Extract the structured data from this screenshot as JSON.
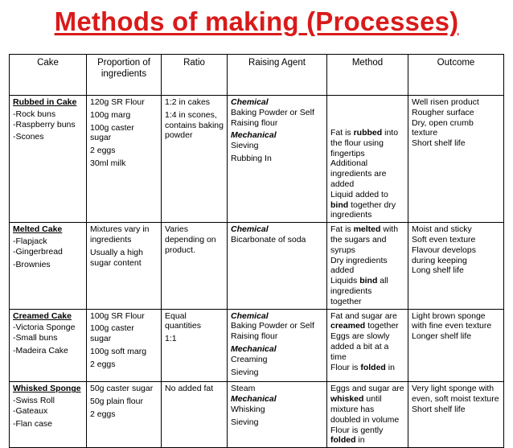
{
  "title": "Methods of making (Processes)",
  "headers": {
    "cake": "Cake",
    "proportion": "Proportion of ingredients",
    "ratio": "Ratio",
    "raising": "Raising Agent",
    "method": "Method",
    "outcome": "Outcome"
  },
  "rubbed": {
    "name": "Rubbed in Cake",
    "examples": [
      "-Rock buns",
      "-Raspberry buns",
      "-Scones"
    ],
    "proportion": [
      "120g SR Flour",
      "100g marg",
      "100g caster sugar",
      "2 eggs",
      "30ml milk"
    ],
    "ratio": [
      "1:2 in cakes",
      "1:4 in scones, contains baking powder"
    ],
    "raising": {
      "chemical": "Chemical",
      "chemical_text": "Baking Powder or Self Raising flour",
      "mechanical": "Mechanical",
      "mech_items": [
        "Sieving",
        "Rubbing In"
      ]
    },
    "method": {
      "l1a": "Fat is ",
      "l1b": "rubbed",
      "l1c": " into the flour using fingertips",
      "l2": "Additional ingredients are added",
      "l3a": "Liquid added to ",
      "l3b": "bind",
      "l3c": " together dry ingredients"
    },
    "outcome": [
      "Well risen product",
      "Rougher surface",
      "Dry, open crumb texture",
      "Short shelf life"
    ]
  },
  "melted": {
    "name": "Melted Cake",
    "examples": [
      "-Flapjack",
      "-Gingerbread",
      "-Brownies"
    ],
    "proportion": [
      "Mixtures vary in ingredients",
      "Usually a high sugar content"
    ],
    "ratio": [
      "Varies depending on product."
    ],
    "raising": {
      "chemical": "Chemical",
      "chemical_text": "Bicarbonate of soda"
    },
    "method": {
      "l1a": "Fat is ",
      "l1b": "melted",
      "l1c": " with the sugars and syrups",
      "l2": "Dry ingredients added",
      "l3a": "Liquids ",
      "l3b": "bind",
      "l3c": " all ingredients together"
    },
    "outcome": [
      "Moist and sticky",
      "Soft even texture",
      "Flavour develops during keeping",
      "Long shelf life"
    ]
  },
  "creamed": {
    "name": "Creamed Cake",
    "examples": [
      "-Victoria Sponge",
      "-Small buns",
      "-Madeira Cake"
    ],
    "proportion": [
      "100g SR Flour",
      "100g caster sugar",
      "100g soft marg",
      "2 eggs"
    ],
    "ratio": [
      "Equal quantities",
      "1:1"
    ],
    "raising": {
      "chemical": "Chemical",
      "chemical_text": "Baking Powder or Self Raising flour",
      "mechanical": "Mechanical",
      "mech_items": [
        "Creaming",
        "Sieving"
      ]
    },
    "method": {
      "l1a": "Fat and sugar are ",
      "l1b": "creamed",
      "l1c": " together",
      "l2": "Eggs are slowly added a bit at a time",
      "l3a": "Flour is ",
      "l3b": "folded",
      "l3c": " in"
    },
    "outcome": [
      "Light brown sponge with fine even texture",
      "Longer shelf life"
    ]
  },
  "whisked": {
    "name": "Whisked Sponge",
    "examples": [
      "-Swiss Roll",
      "-Gateaux",
      "-Flan case"
    ],
    "proportion": [
      "50g caster sugar",
      "50g plain flour",
      "2 eggs"
    ],
    "ratio": [
      "No added fat"
    ],
    "raising": {
      "steam": "Steam",
      "mechanical": "Mechanical",
      "mech_items": [
        "Whisking",
        "Sieving"
      ]
    },
    "method": {
      "l1a": "Eggs and sugar are ",
      "l1b": "whisked",
      "l1c": " until mixture has doubled in volume",
      "l3a": "Flour is gently ",
      "l3b": "folded",
      "l3c": " in"
    },
    "outcome": [
      "Very light sponge with even, soft moist texture",
      "Short shelf life"
    ]
  },
  "colors": {
    "title": "#d91a1a",
    "border": "#000000"
  }
}
